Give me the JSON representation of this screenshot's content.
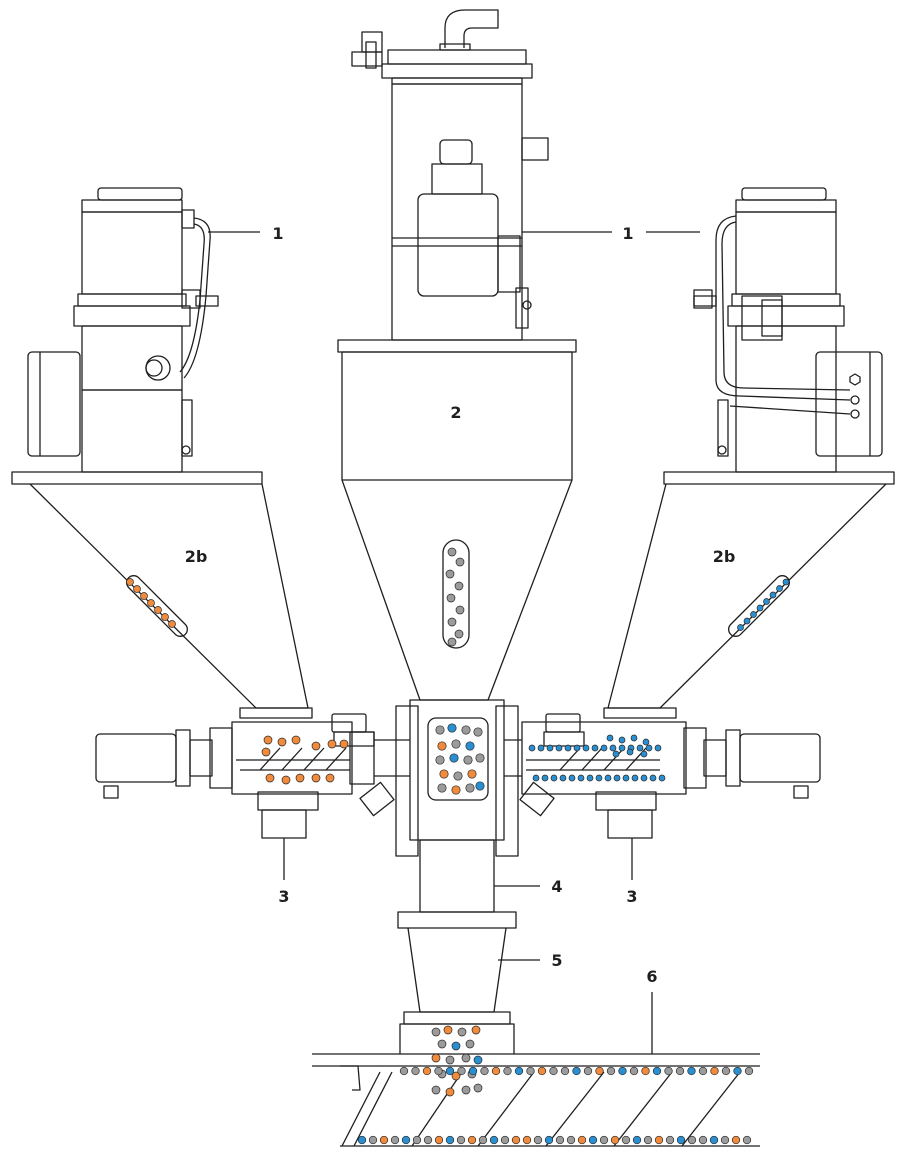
{
  "labels": {
    "loader_left": "1",
    "loader_center": "1",
    "loader_right": "1",
    "hopper_main": "2",
    "hopper_left": "2b",
    "hopper_right": "2b",
    "feeder_left": "3",
    "feeder_right": "3",
    "mixer_neck": "4",
    "adapter": "5",
    "extruder": "6"
  },
  "colors": {
    "line": "#1f1f1f",
    "pellet_gray": "#9b9b9b",
    "pellet_orange": "#f08a3c",
    "pellet_blue": "#2a8fd0",
    "background": "#ffffff"
  }
}
